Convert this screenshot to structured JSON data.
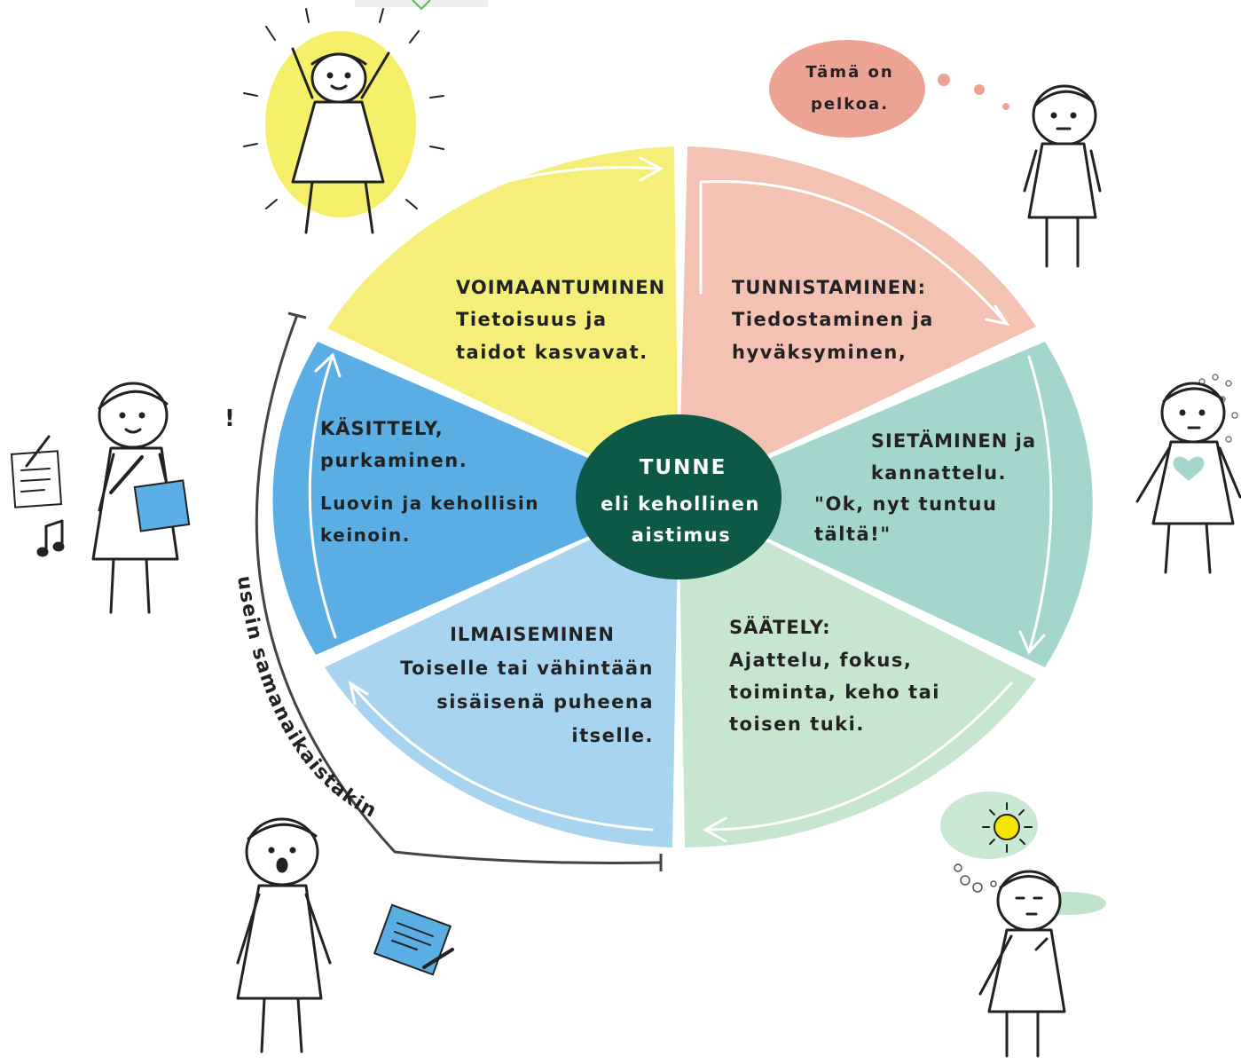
{
  "colors": {
    "voimaantuminen": "#f5ef7a",
    "tunnistaminen": "#f3c2b2",
    "sietaminen": "#a4d6cd",
    "saately": "#c6e6cf",
    "ilmaiseminen": "#a9d4ef",
    "kasittely": "#5aaee4",
    "center": "#0d5846",
    "speech_bubble": "#eda394",
    "sun_glow": "#f5ef6a",
    "thought_cloud": "#c9e9d5",
    "paper_blue": "#5aaee4"
  },
  "center": {
    "title": "TUNNE",
    "line2": "eli kehollinen",
    "line3": "aistimus"
  },
  "segments": {
    "voimaantuminen": {
      "heading": "VOIMAANTUMINEN",
      "line1": "Tietoisuus ja",
      "line2": "taidot kasvavat."
    },
    "tunnistaminen": {
      "heading": "TUNNISTAMINEN:",
      "line1": "Tiedostaminen ja",
      "line2": "hyväksyminen,"
    },
    "sietaminen": {
      "heading": "SIETÄMINEN ja",
      "line1": "kannattelu.",
      "line2": "\"Ok, nyt tuntuu",
      "line3": "tältä!\""
    },
    "saately": {
      "heading": "SÄÄTELY:",
      "line1": "Ajattelu, fokus,",
      "line2": "toiminta, keho tai",
      "line3": "toisen tuki."
    },
    "ilmaiseminen": {
      "heading": "ILMAISEMINEN",
      "line1": "Toiselle tai vähintään",
      "line2": "sisäisenä puheena",
      "line3": "itselle."
    },
    "kasittely": {
      "heading": "KÄSITTELY,",
      "line1": "purkaminen.",
      "line2": "Luovin ja kehollisin",
      "line3": "keinoin."
    }
  },
  "speech_bubble": {
    "line1": "Tämä on",
    "line2": "pelkoa."
  },
  "side_arc_label": "usein samanaikaistakin",
  "exclamation": "!",
  "icons": [
    "person-cheering",
    "person-thinking",
    "person-heart",
    "person-breathing",
    "person-speaking",
    "person-creating",
    "music-note",
    "paper",
    "pen",
    "sun",
    "brush"
  ]
}
